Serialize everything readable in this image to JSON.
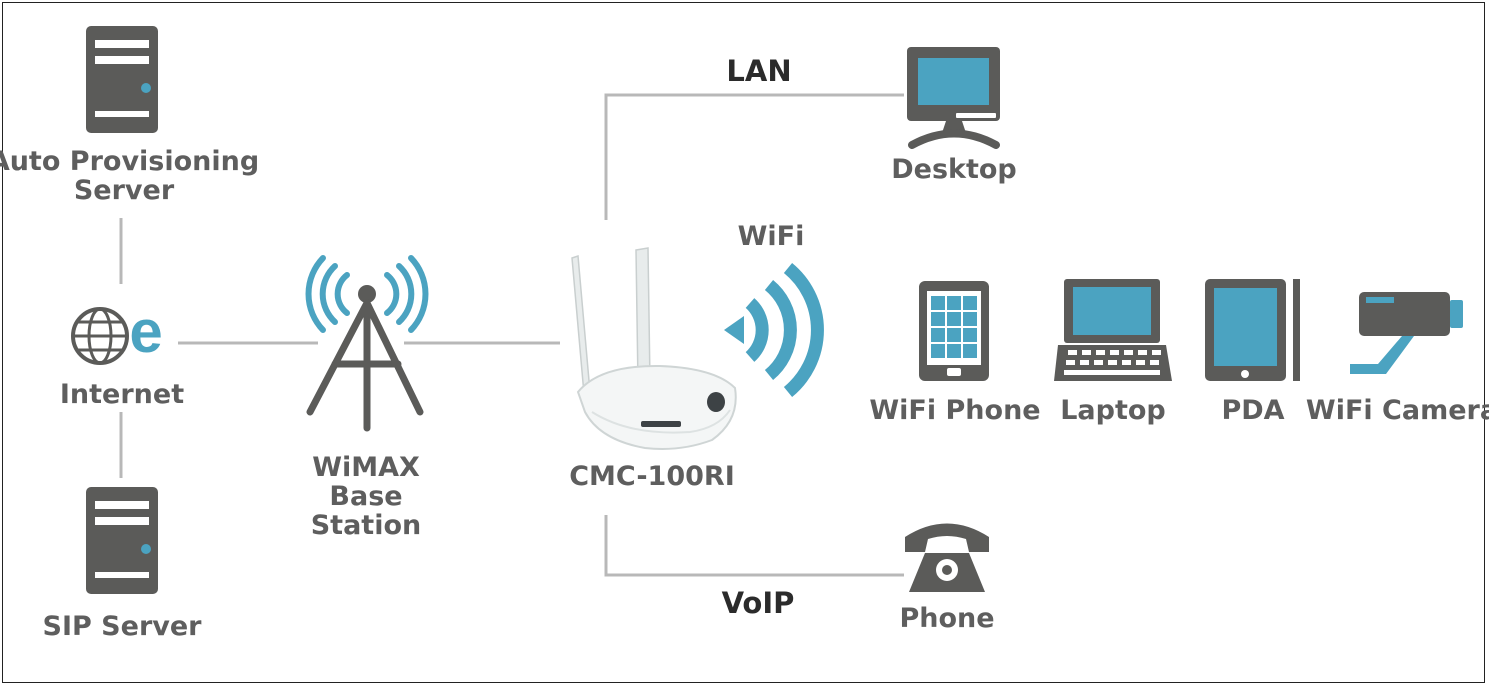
{
  "colors": {
    "icon": "#5b5b59",
    "accent": "#4ba3c1",
    "line": "#b8b8b8",
    "text": "#5e5e5e",
    "text_dark": "#2b2b2b"
  },
  "nodes": {
    "auto_provisioning_server": {
      "line1": "Auto Provisioning",
      "line2": "Server",
      "icon": "server-icon"
    },
    "internet": {
      "label": "Internet",
      "icon": "internet-e-icon"
    },
    "sip_server": {
      "label": "SIP Server",
      "icon": "server-icon"
    },
    "wimax_base_station": {
      "line1": "WiMAX",
      "line2": "Base",
      "line3": "Station",
      "icon": "antenna-tower-icon"
    },
    "router": {
      "label": "CMC-100RI",
      "icon": "router-icon"
    },
    "desktop": {
      "label": "Desktop",
      "icon": "desktop-monitor-icon"
    },
    "wifi_phone": {
      "label": "WiFi Phone",
      "icon": "wifi-phone-icon"
    },
    "laptop": {
      "label": "Laptop",
      "icon": "laptop-icon"
    },
    "pda": {
      "label": "PDA",
      "icon": "pda-icon"
    },
    "wifi_camera": {
      "label": "WiFi Camera",
      "icon": "camera-icon"
    },
    "phone": {
      "label": "Phone",
      "icon": "telephone-icon"
    }
  },
  "links": {
    "lan": "LAN",
    "wifi": "WiFi",
    "voip": "VoIP"
  }
}
